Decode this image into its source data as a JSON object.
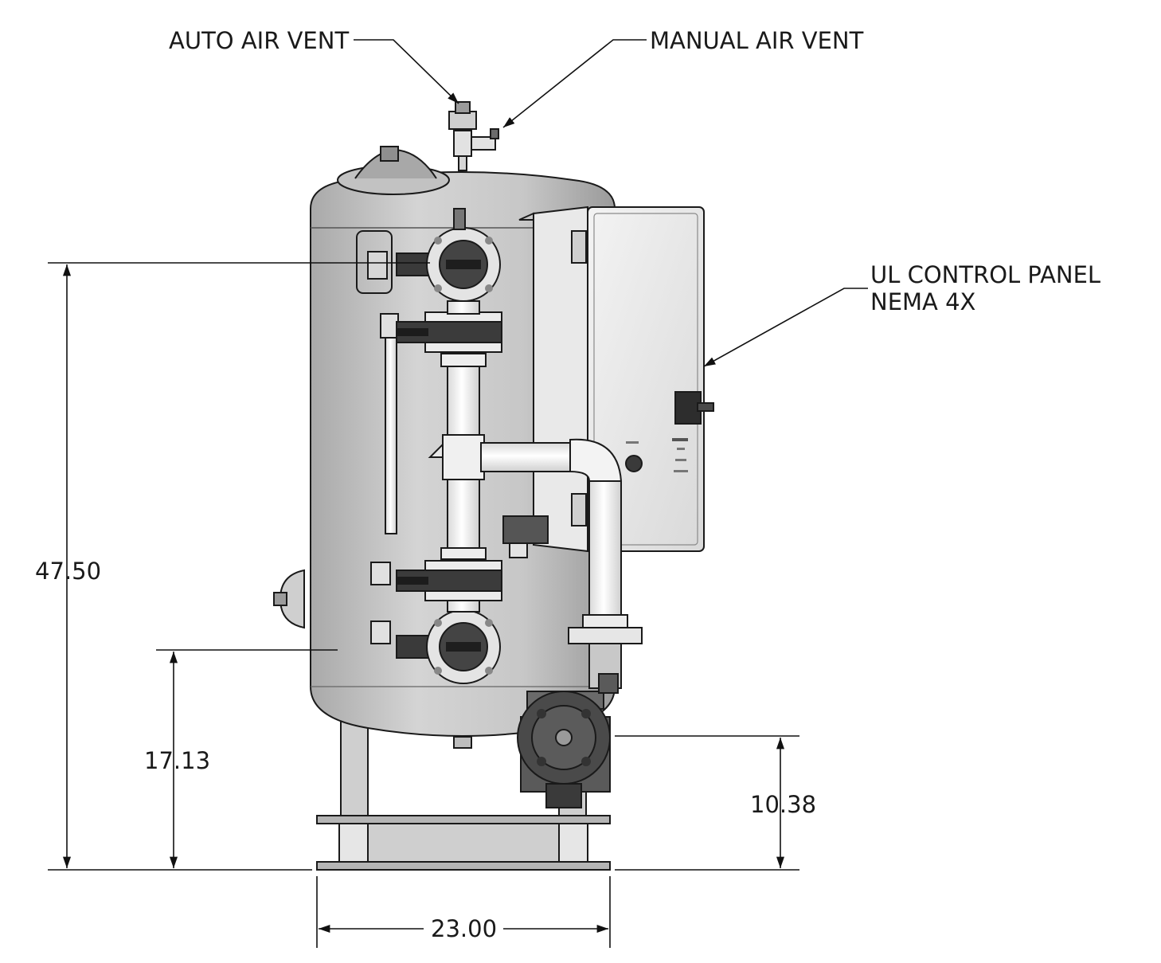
{
  "callouts": {
    "auto_air_vent": "AUTO AIR VENT",
    "manual_air_vent": "MANUAL AIR VENT",
    "control_panel_line1": "UL CONTROL PANEL",
    "control_panel_line2": "NEMA 4X"
  },
  "dimensions": {
    "overall_height": "47.50",
    "inlet_height": "17.13",
    "pump_height": "10.38",
    "base_width": "23.00"
  },
  "colors": {
    "tank": "#c9c9c9",
    "pipe": "#f2f2f2",
    "valve": "#3a3a3a",
    "panel": "#e6e6e6",
    "pump": "#4a4a4a"
  }
}
